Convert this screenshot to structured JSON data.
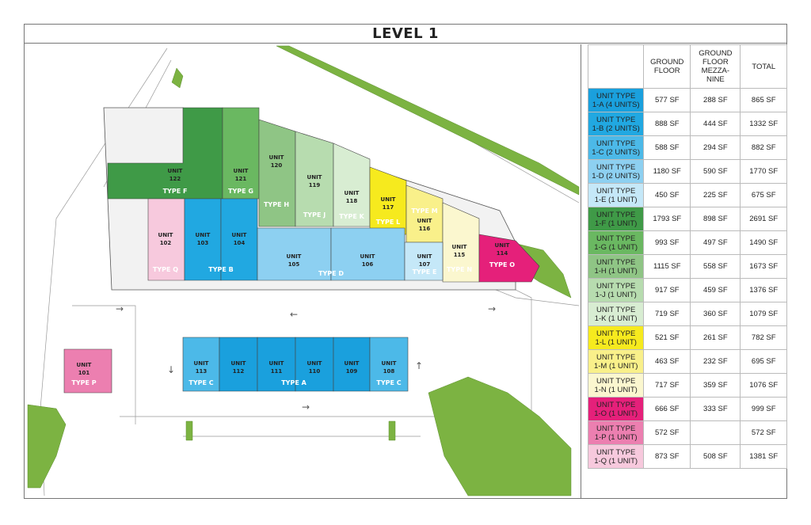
{
  "title": "LEVEL 1",
  "table": {
    "headers": [
      "GROUND FLOOR",
      "GROUND FLOOR MEZZA-NINE",
      "TOTAL"
    ],
    "rows": [
      {
        "type_line1": "UNIT TYPE",
        "type_line2": "1-A (4 UNITS)",
        "color": "#1aa0dd",
        "ground": "577 SF",
        "mezz": "288 SF",
        "total": "865 SF"
      },
      {
        "type_line1": "UNIT TYPE",
        "type_line2": "1-B (2 UNITS)",
        "color": "#21a8e1",
        "ground": "888 SF",
        "mezz": "444 SF",
        "total": "1332 SF"
      },
      {
        "type_line1": "UNIT TYPE",
        "type_line2": "1-C (2 UNITS)",
        "color": "#4cb9e8",
        "ground": "588 SF",
        "mezz": "294 SF",
        "total": "882 SF"
      },
      {
        "type_line1": "UNIT TYPE",
        "type_line2": "1-D (2 UNITS)",
        "color": "#8dd0f1",
        "ground": "1180 SF",
        "mezz": "590 SF",
        "total": "1770 SF"
      },
      {
        "type_line1": "UNIT TYPE",
        "type_line2": "1-E (1 UNIT)",
        "color": "#c5e8f8",
        "ground": "450 SF",
        "mezz": "225 SF",
        "total": "675 SF"
      },
      {
        "type_line1": "UNIT TYPE",
        "type_line2": "1-F (1 UNIT)",
        "color": "#3f9a47",
        "ground": "1793 SF",
        "mezz": "898 SF",
        "total": "2691 SF"
      },
      {
        "type_line1": "UNIT TYPE",
        "type_line2": "1-G (1 UNIT)",
        "color": "#6ab861",
        "ground": "993 SF",
        "mezz": "497 SF",
        "total": "1490 SF"
      },
      {
        "type_line1": "UNIT TYPE",
        "type_line2": "1-H (1 UNIT)",
        "color": "#8fc585",
        "ground": "1115 SF",
        "mezz": "558 SF",
        "total": "1673 SF"
      },
      {
        "type_line1": "UNIT TYPE",
        "type_line2": "1-J (1 UNIT)",
        "color": "#b7dcaf",
        "ground": "917 SF",
        "mezz": "459 SF",
        "total": "1376 SF"
      },
      {
        "type_line1": "UNIT TYPE",
        "type_line2": "1-K (1 UNIT)",
        "color": "#d8edd2",
        "ground": "719 SF",
        "mezz": "360 SF",
        "total": "1079 SF"
      },
      {
        "type_line1": "UNIT TYPE",
        "type_line2": "1-L (1 UNIT)",
        "color": "#f6ea1e",
        "ground": "521 SF",
        "mezz": "261 SF",
        "total": "782 SF"
      },
      {
        "type_line1": "UNIT TYPE",
        "type_line2": "1-M (1 UNIT)",
        "color": "#f9f08a",
        "ground": "463 SF",
        "mezz": "232 SF",
        "total": "695 SF"
      },
      {
        "type_line1": "UNIT TYPE",
        "type_line2": "1-N (1 UNIT)",
        "color": "#fbf7cf",
        "ground": "717 SF",
        "mezz": "359 SF",
        "total": "1076 SF"
      },
      {
        "type_line1": "UNIT TYPE",
        "type_line2": "1-O (1 UNIT)",
        "color": "#e5207a",
        "ground": "666 SF",
        "mezz": "333 SF",
        "total": "999 SF"
      },
      {
        "type_line1": "UNIT TYPE",
        "type_line2": "1-P (1 UNIT)",
        "color": "#ec7fb0",
        "ground": "572 SF",
        "mezz": "",
        "total": "572 SF"
      },
      {
        "type_line1": "UNIT TYPE",
        "type_line2": "1-Q (1 UNIT)",
        "color": "#f7c9dd",
        "ground": "873 SF",
        "mezz": "508 SF",
        "total": "1381 SF"
      }
    ]
  },
  "plan": {
    "units": [
      {
        "label": "UNIT",
        "num": "122",
        "type": "TYPE F"
      },
      {
        "label": "UNIT",
        "num": "121",
        "type": "TYPE G"
      },
      {
        "label": "UNIT",
        "num": "120",
        "type": "TYPE H"
      },
      {
        "label": "UNIT",
        "num": "119",
        "type": "TYPE J"
      },
      {
        "label": "UNIT",
        "num": "118",
        "type": "TYPE K"
      },
      {
        "label": "UNIT",
        "num": "117",
        "type": "TYPE L"
      },
      {
        "label": "UNIT",
        "num": "116",
        "type": "TYPE M"
      },
      {
        "label": "UNIT",
        "num": "115",
        "type": "TYPE N"
      },
      {
        "label": "UNIT",
        "num": "114",
        "type": "TYPE O"
      },
      {
        "label": "UNIT",
        "num": "102",
        "type": "TYPE Q"
      },
      {
        "label": "UNIT",
        "num": "103",
        "type": "TYPE B"
      },
      {
        "label": "UNIT",
        "num": "104",
        "type": ""
      },
      {
        "label": "UNIT",
        "num": "105",
        "type": "TYPE D"
      },
      {
        "label": "UNIT",
        "num": "106",
        "type": ""
      },
      {
        "label": "UNIT",
        "num": "107",
        "type": "TYPE E"
      },
      {
        "label": "UNIT",
        "num": "101",
        "type": "TYPE P"
      },
      {
        "label": "UNIT",
        "num": "113",
        "type": "TYPE C"
      },
      {
        "label": "UNIT",
        "num": "112",
        "type": ""
      },
      {
        "label": "UNIT",
        "num": "111",
        "type": "TYPE A"
      },
      {
        "label": "UNIT",
        "num": "110",
        "type": ""
      },
      {
        "label": "UNIT",
        "num": "109",
        "type": ""
      },
      {
        "label": "UNIT",
        "num": "108",
        "type": "TYPE C"
      }
    ]
  }
}
